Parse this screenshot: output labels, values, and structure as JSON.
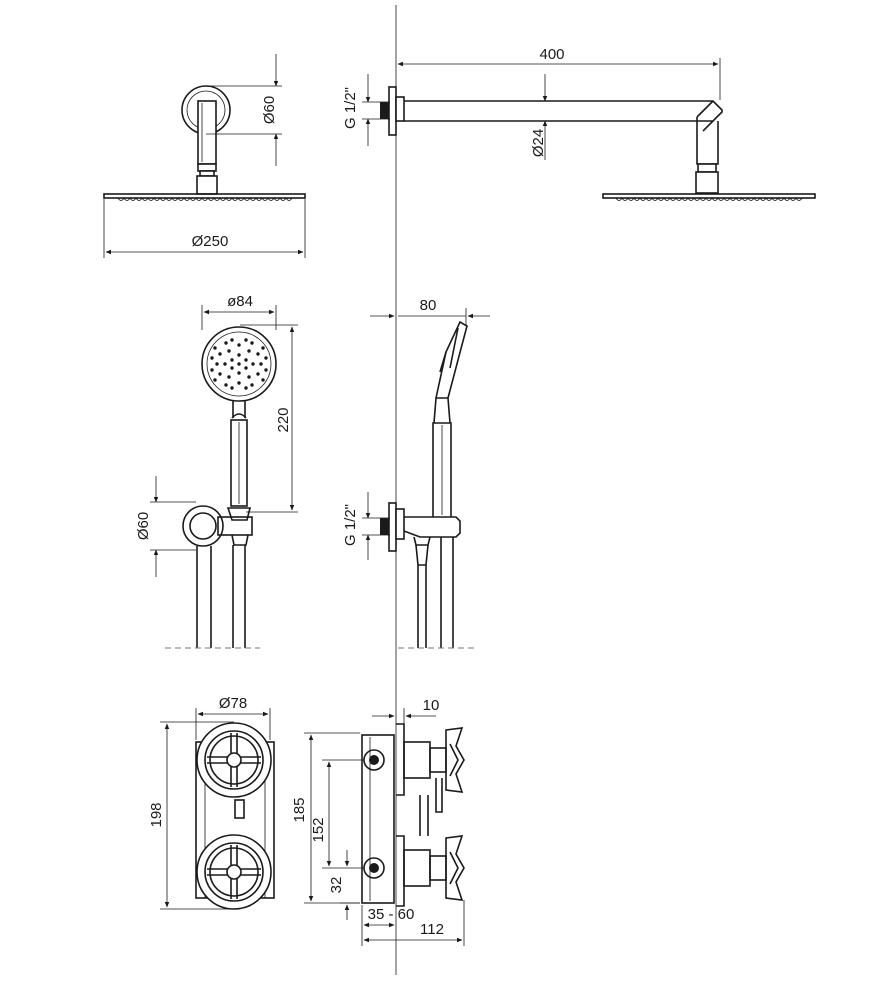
{
  "dimensions": {
    "head_wall_flange_diameter": "Ø60",
    "head_diameter": "Ø250",
    "arm_length": "400",
    "arm_diameter": "Ø24",
    "arm_connection_thread": "G 1/2\"",
    "hand_shower_diameter": "ø84",
    "hand_shower_length": "220",
    "hand_shower_depth": "80",
    "holder_flange_diameter": "Ø60",
    "holder_connection_thread": "G 1/2\"",
    "handle_diameter": "Ø78",
    "mixer_total_height": "198",
    "mixer_body_height": "185",
    "handle_centre_distance": "152",
    "outlet_height": "32",
    "wall_protrusion": "10",
    "installation_depth": "35 - 60",
    "total_depth": "112"
  }
}
